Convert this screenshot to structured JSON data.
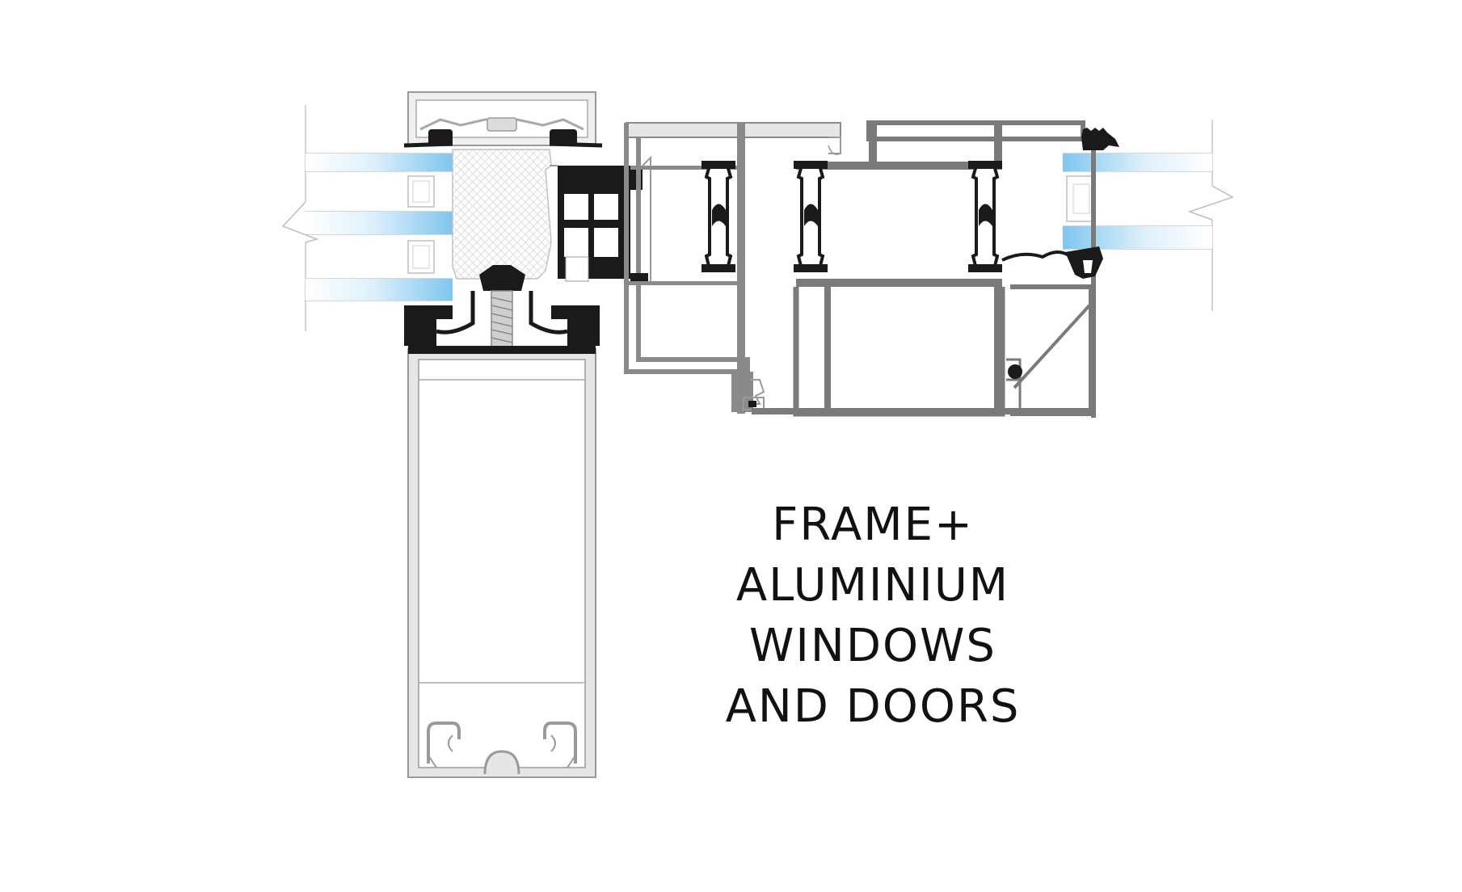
{
  "title": {
    "lines": [
      "FRAME+",
      "ALUMINIUM",
      "WINDOWS",
      "AND DOORS"
    ]
  },
  "colors": {
    "background": "#ffffff",
    "profile_stroke": "#999999",
    "profile_fill": "#e6e6e6",
    "gasket": "#1a1a1a",
    "glass_edge": "#9fd3f2",
    "text": "#111111"
  }
}
